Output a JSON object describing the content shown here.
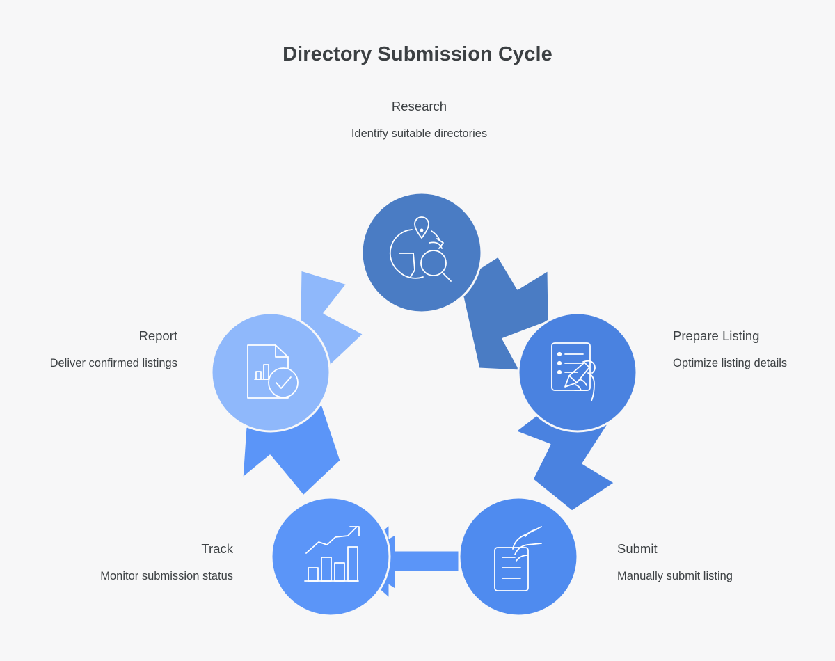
{
  "title": "Directory Submission Cycle",
  "background_color": "#f7f7f8",
  "text_color": "#3c4043",
  "steps": [
    {
      "id": "research",
      "label": "Research",
      "description": "Identify suitable directories",
      "icon": "globe-pin-magnifier-icon",
      "color": "#4a7cc4",
      "order": 1
    },
    {
      "id": "prepare-listing",
      "label": "Prepare Listing",
      "description": "Optimize listing details",
      "icon": "checklist-pen-hand-icon",
      "color": "#4a82e0",
      "order": 2
    },
    {
      "id": "submit",
      "label": "Submit",
      "description": "Manually submit listing",
      "icon": "hand-document-icon",
      "color": "#4f8bef",
      "order": 3
    },
    {
      "id": "track",
      "label": "Track",
      "description": "Monitor submission status",
      "icon": "bar-chart-trend-icon",
      "color": "#5b95f8",
      "order": 4
    },
    {
      "id": "report",
      "label": "Report",
      "description": "Deliver confirmed listings",
      "icon": "report-check-icon",
      "color": "#8fb8fb",
      "order": 5
    }
  ],
  "arrows": [
    {
      "id": "arrow-research-to-prepare",
      "from": "research",
      "to": "prepare-listing",
      "color": "#4a7cc4",
      "direction": "clockwise"
    },
    {
      "id": "arrow-prepare-to-submit",
      "from": "prepare-listing",
      "to": "submit",
      "color": "#4a82e0",
      "direction": "clockwise"
    },
    {
      "id": "arrow-submit-to-track",
      "from": "submit",
      "to": "track",
      "color": "#5b95f8",
      "direction": "clockwise"
    },
    {
      "id": "arrow-track-to-report",
      "from": "track",
      "to": "report",
      "color": "#5b95f8",
      "direction": "clockwise"
    },
    {
      "id": "arrow-report-to-research",
      "from": "report",
      "to": "research",
      "color": "#8fb8fb",
      "direction": "clockwise"
    }
  ]
}
